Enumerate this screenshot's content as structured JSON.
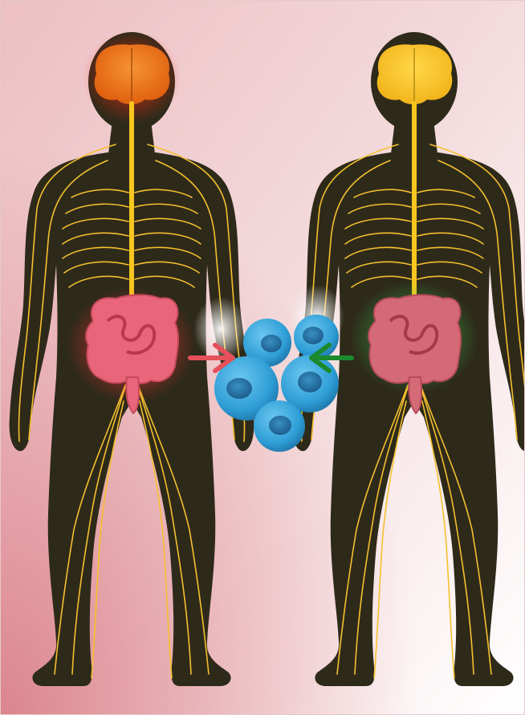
{
  "figure": {
    "left_figure": {
      "brain_color": "#e8731c",
      "gut_color": "#e8657a",
      "glow_color": "#e8272c",
      "state": "inflamed"
    },
    "right_figure": {
      "brain_color": "#f6c72b",
      "gut_color": "#d56a77",
      "glow_color": "#2fbf4a",
      "state": "healthy"
    },
    "body_color": "#2e2a1a",
    "nerve_color": "#f5c02e",
    "spine_color": "#f7c71f",
    "cells": {
      "color": "#2e9ed6",
      "count": 5
    },
    "arrows": [
      {
        "direction": "right",
        "color": "#e5505a"
      },
      {
        "direction": "left",
        "color": "#1b8a2e"
      }
    ],
    "background": {
      "start": "#dc8f96",
      "end": "#ffffff"
    }
  }
}
